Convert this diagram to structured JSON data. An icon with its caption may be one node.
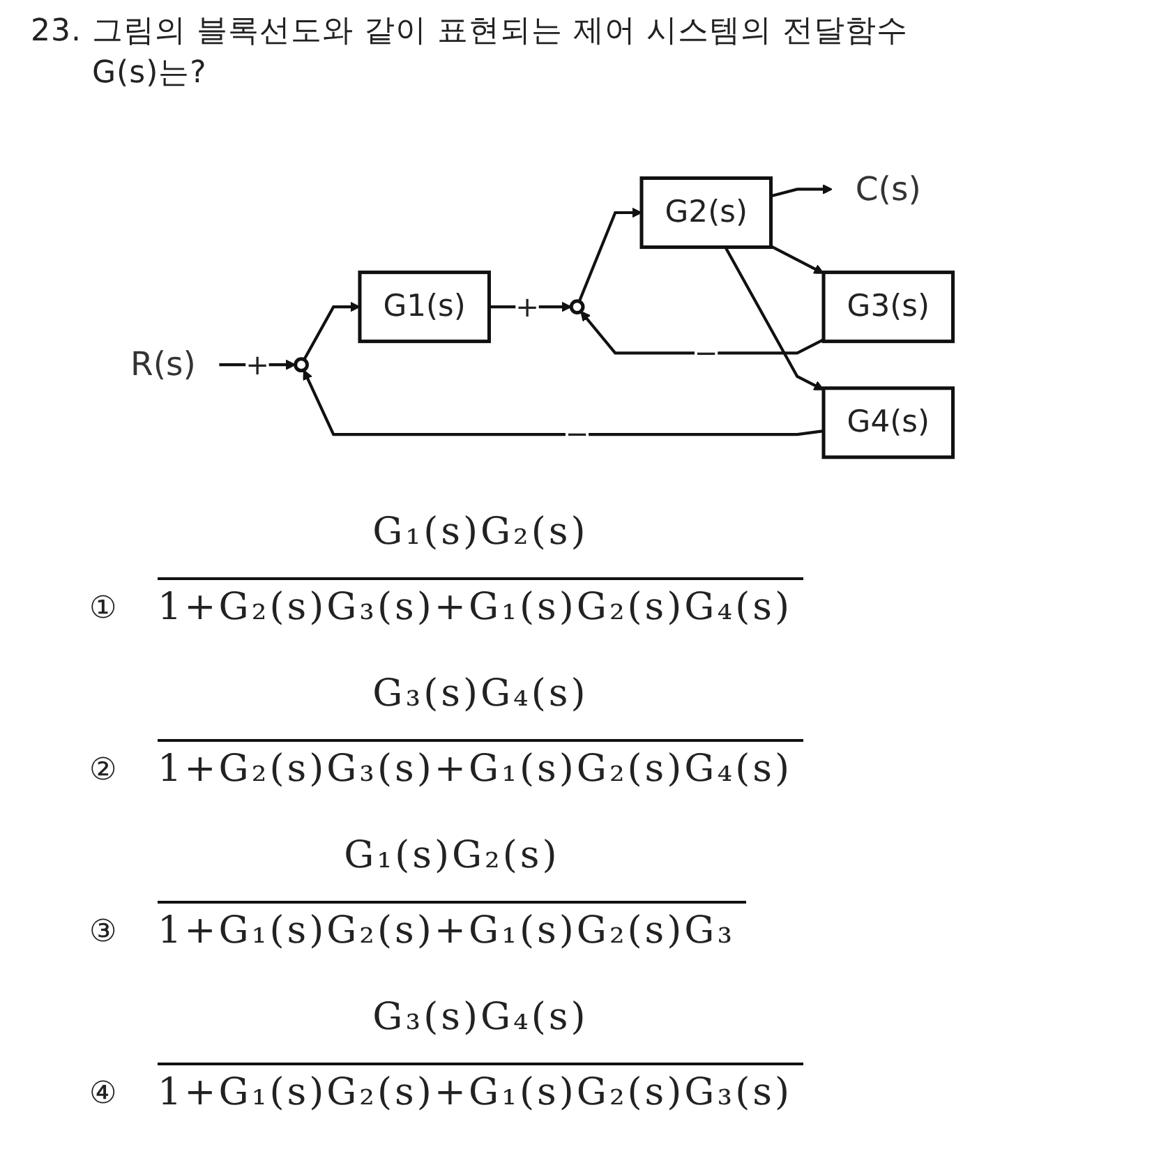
{
  "diagram": {
    "title": "23. 그림의 블록선도와 같이 표현되는 제어 시스템의 전달함수 G(s)는?",
    "nodes": [
      {
        "text": [
          "R(s)"
        ]
      },
      {
        "text": [],
        "shape": "circle"
      },
      {
        "text": [
          "G1(s)"
        ]
      },
      {
        "text": [],
        "shape": "circle"
      },
      {
        "text": [
          "G2(s)"
        ]
      },
      {
        "text": [
          "C(s)"
        ]
      },
      {
        "text": [
          "G3(s)"
        ]
      },
      {
        "text": [
          "G4(s)"
        ]
      }
    ],
    "edges": [
      {
        "from": 0,
        "to": 1,
        "arrow": "to",
        "label": "+"
      },
      {
        "from": 1,
        "to": 2,
        "arrow": "to"
      },
      {
        "from": 2,
        "to": 3,
        "arrow": "to",
        "label": "+"
      },
      {
        "from": 3,
        "to": 4,
        "arrow": "to"
      },
      {
        "from": 4,
        "to": 5,
        "arrow": "to"
      },
      {
        "from": 4,
        "to": 6,
        "arrow": "to"
      },
      {
        "from": 6,
        "to": 3,
        "arrow": "to",
        "label": "−"
      },
      {
        "from": 4,
        "to": 7,
        "arrow": "to"
      },
      {
        "from": 7,
        "to": 1,
        "arrow": "to",
        "label": "−"
      }
    ],
    "labels": [
      "G₁(s)G₂(s)",
      "①",
      "1+G₂(s)G₃(s)+G₁(s)G₂(s)G₄(s)",
      "G₃(s)G₄(s)",
      "②",
      "1+G₂(s)G₃(s)+G₁(s)G₂(s)G₄(s)",
      "G₁(s)G₂(s)",
      "③",
      "1+G₁(s)G₂(s)+G₁(s)G₂(s)G₃",
      "G₃(s)G₄(s)",
      "④",
      "1+G₁(s)G₂(s)+G₁(s)G₂(s)G₃(s)"
    ]
  }
}
